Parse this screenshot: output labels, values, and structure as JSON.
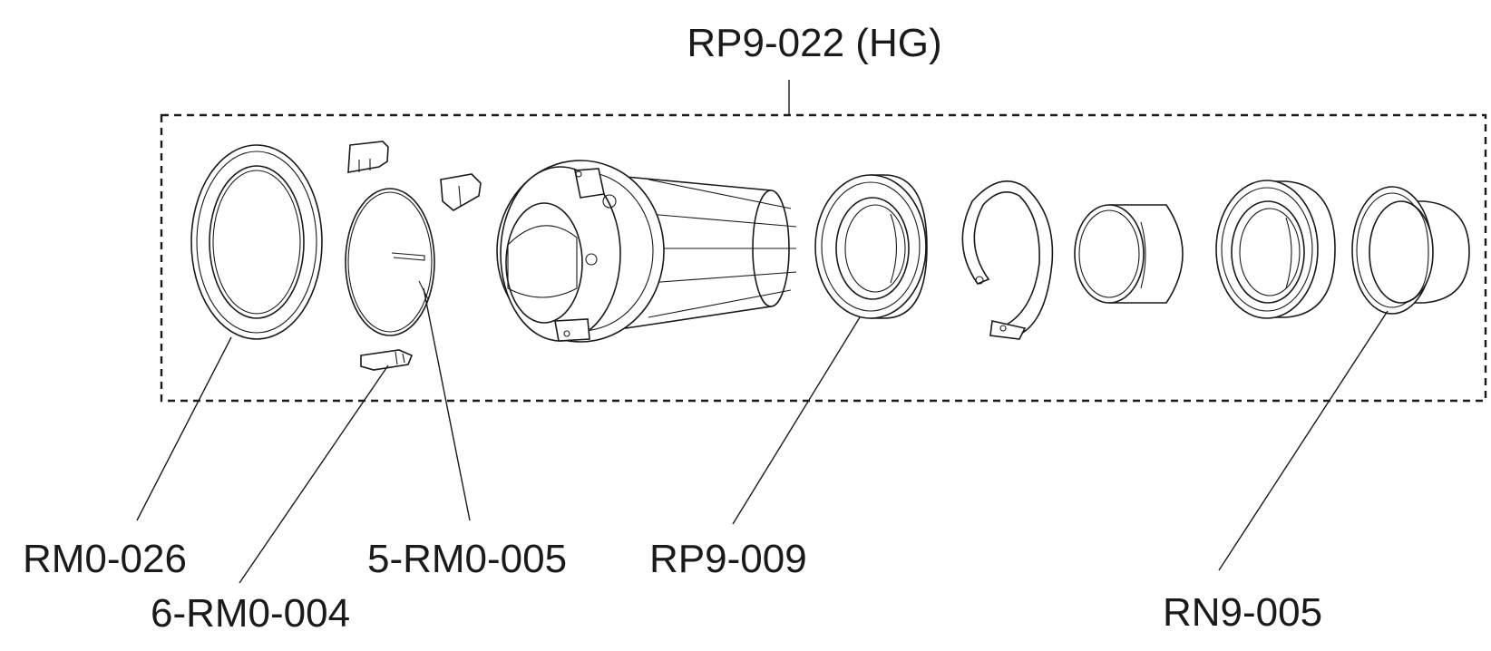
{
  "diagram": {
    "title": "RP9-022 (HG)",
    "parts": [
      {
        "id": "RM0-026"
      },
      {
        "id": "6-RM0-004"
      },
      {
        "id": "5-RM0-005"
      },
      {
        "id": "RP9-009"
      },
      {
        "id": "RN9-005"
      }
    ]
  },
  "colors": {
    "line": "#1a1a1a",
    "background": "#ffffff"
  }
}
